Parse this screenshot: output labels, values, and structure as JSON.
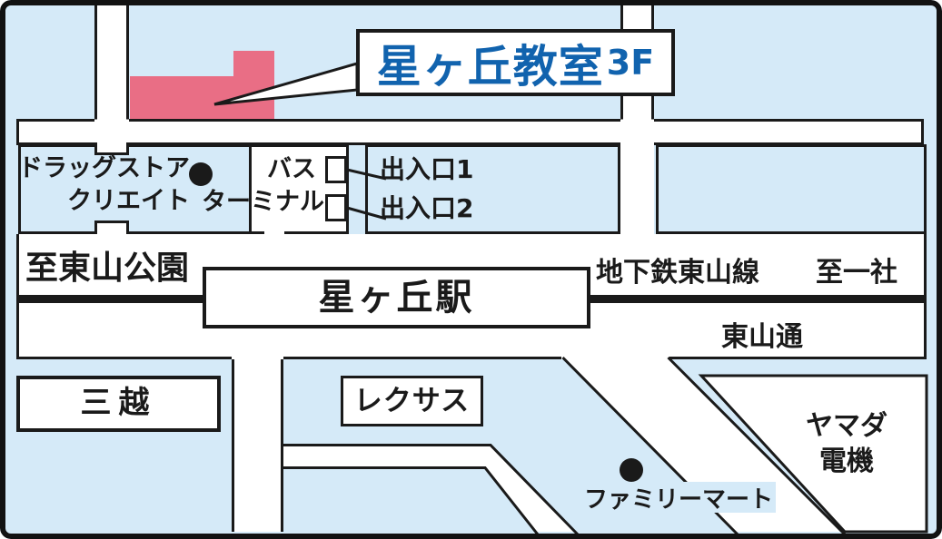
{
  "map": {
    "title": {
      "name": "星ヶ丘教室",
      "floor": "3F"
    },
    "landmarks": {
      "drugstore_line1": "ドラッグストア",
      "drugstore_line2": "クリエイト",
      "bus": "バス",
      "terminal": "ターミナル",
      "exit1": "出入口1",
      "exit2": "出入口2",
      "to_higashiyama_park": "至東山公園",
      "station": "星ヶ丘駅",
      "subway_line": "地下鉄東山線",
      "to_issha": "至一社",
      "higashiyama_dori": "東山通",
      "mitsukoshi": "三越",
      "lexus": "レクサス",
      "yamada_line1": "ヤマダ",
      "yamada_line2": "電機",
      "familymart": "ファミリーマート"
    },
    "colors": {
      "background": "#d5eaf8",
      "road": "#ffffff",
      "outline": "#1a1a1a",
      "highlighted_building": "#e96e85",
      "title_text": "#1163ae"
    }
  }
}
